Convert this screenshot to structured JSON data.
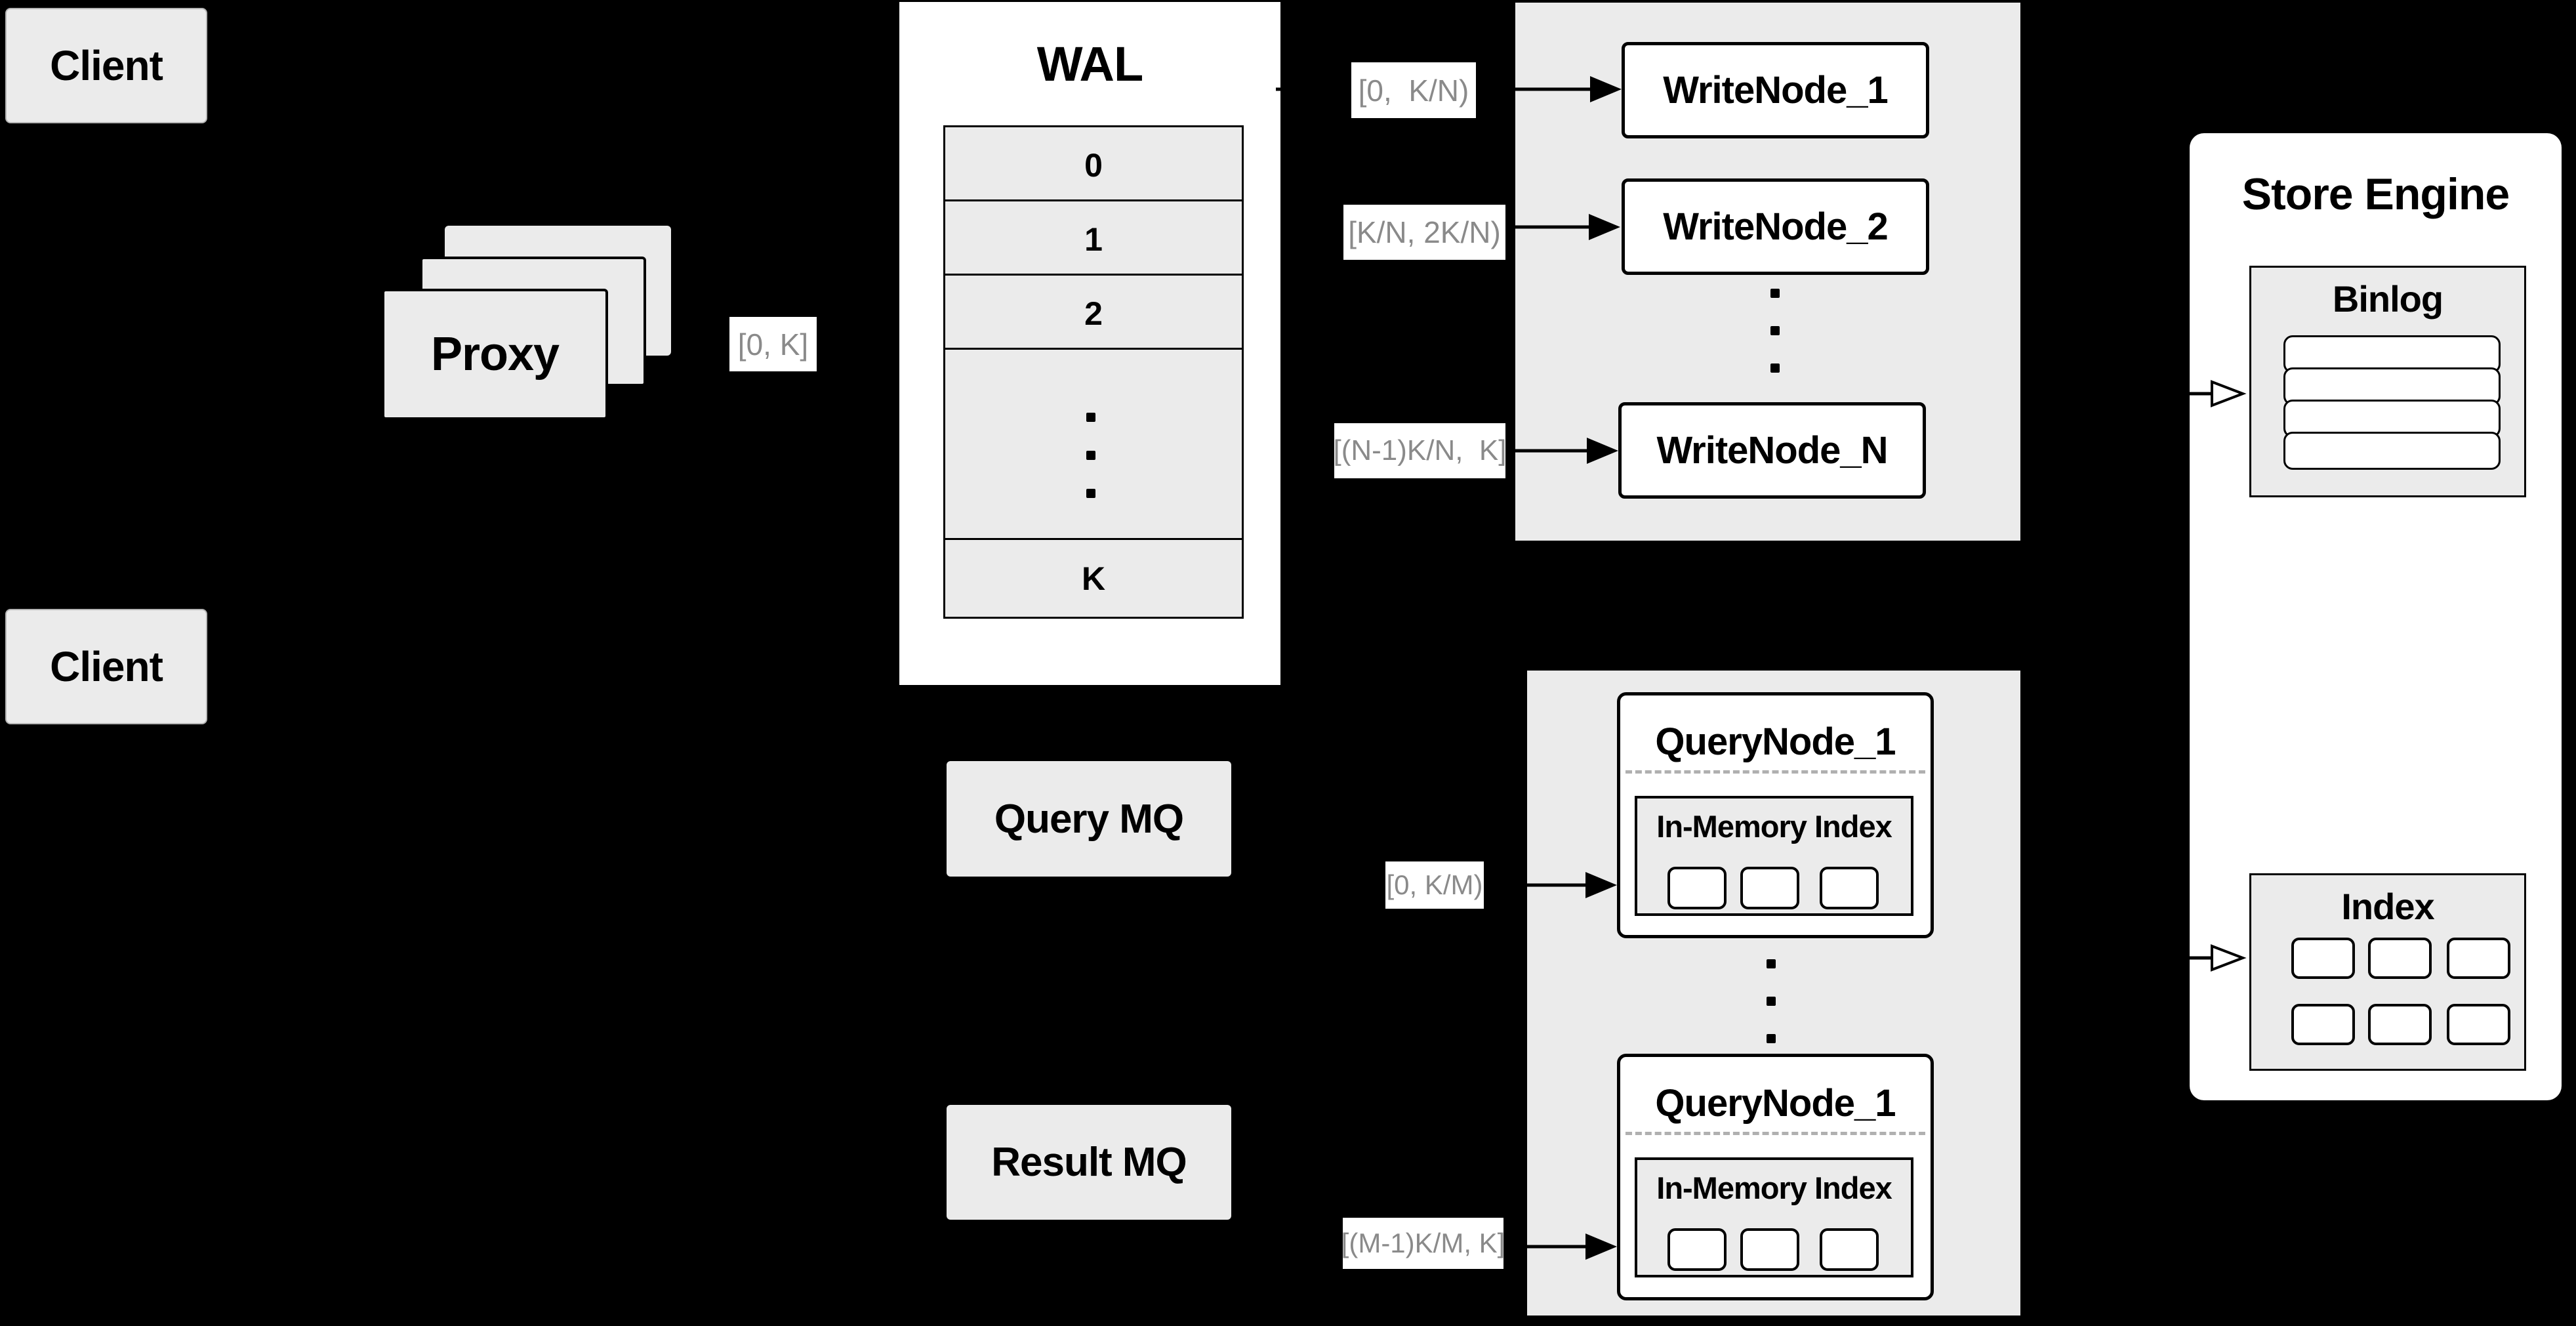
{
  "colors": {
    "background": "#000000",
    "box_fill": "#ebebeb",
    "node_fill": "#ffffff",
    "border": "#000000",
    "range_label_text": "#8a8a8a",
    "dashed_divider": "#b0b0b0"
  },
  "clients": {
    "top": "Client",
    "bottom": "Client"
  },
  "proxy": {
    "label": "Proxy"
  },
  "wal": {
    "title": "WAL",
    "segments": [
      "0",
      "1",
      "2",
      "K"
    ]
  },
  "range_labels": {
    "proxy_out": "[0, K]",
    "write_1": "[0,  K/N)",
    "write_2": "[K/N, 2K/N)",
    "write_n": "[(N-1)K/N,  K]",
    "query_1": "[0, K/M)",
    "query_m": "[(M-1)K/M, K]"
  },
  "write_nodes": {
    "node_1": "WriteNode_1",
    "node_2": "WriteNode_2",
    "node_n": "WriteNode_N"
  },
  "mq": {
    "query": "Query MQ",
    "result": "Result MQ"
  },
  "query_nodes": {
    "top": {
      "title": "QueryNode_1",
      "inmem_title": "In-Memory Index"
    },
    "bottom": {
      "title": "QueryNode_1",
      "inmem_title": "In-Memory Index"
    }
  },
  "store_engine": {
    "title": "Store Engine",
    "binlog_title": "Binlog",
    "index_title": "Index"
  }
}
